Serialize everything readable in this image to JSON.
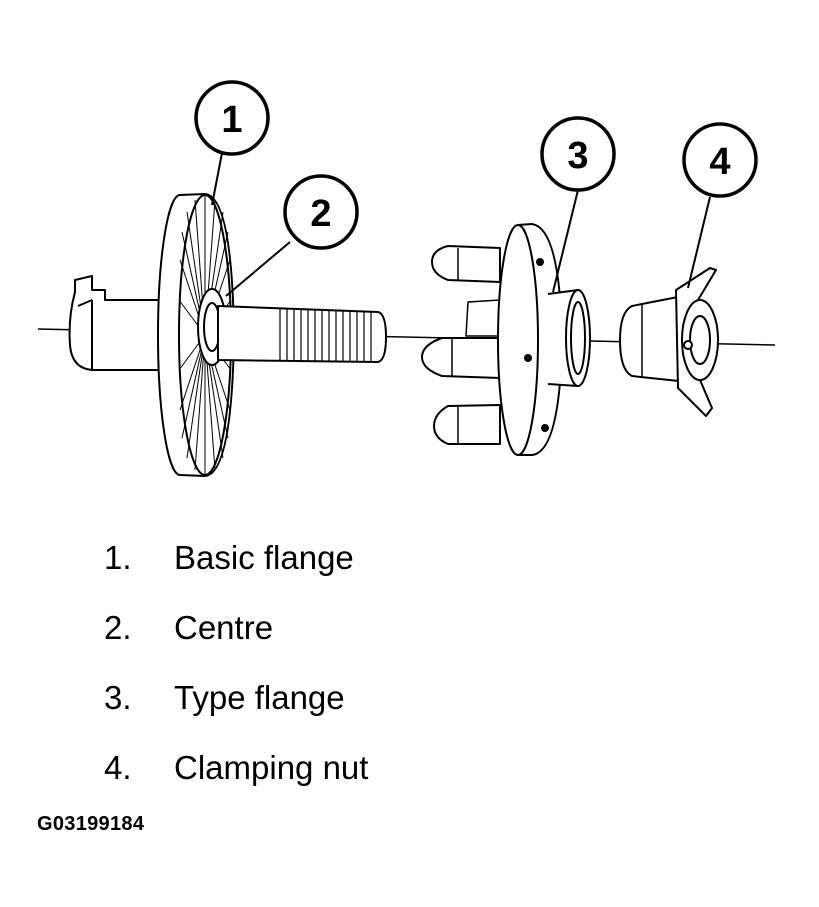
{
  "callouts": [
    {
      "number": "1",
      "target": "Basic flange"
    },
    {
      "number": "2",
      "target": "Centre"
    },
    {
      "number": "3",
      "target": "Type flange"
    },
    {
      "number": "4",
      "target": "Clamping nut"
    }
  ],
  "legend": [
    {
      "number": "1.",
      "label": "Basic flange"
    },
    {
      "number": "2.",
      "label": "Centre"
    },
    {
      "number": "3.",
      "label": "Type flange"
    },
    {
      "number": "4.",
      "label": "Clamping nut"
    }
  ],
  "figure_id": "G03199184",
  "colors": {
    "line": "#000000",
    "background": "#ffffff"
  }
}
